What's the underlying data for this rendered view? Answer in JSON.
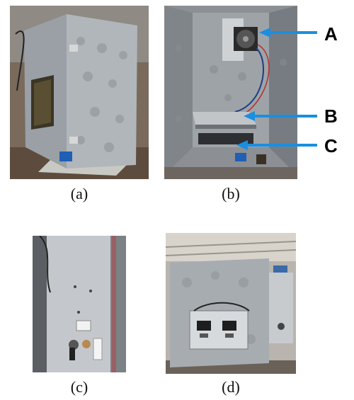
{
  "figure": {
    "captions": {
      "a": "(a)",
      "b": "(b)",
      "c": "(c)",
      "d": "(d)"
    },
    "callouts": {
      "a": "A",
      "b": "B",
      "c": "C"
    },
    "colors": {
      "arrow": "#1a8fe0",
      "metal": "#a9aeb3",
      "floor": "#6b5a4a"
    }
  }
}
